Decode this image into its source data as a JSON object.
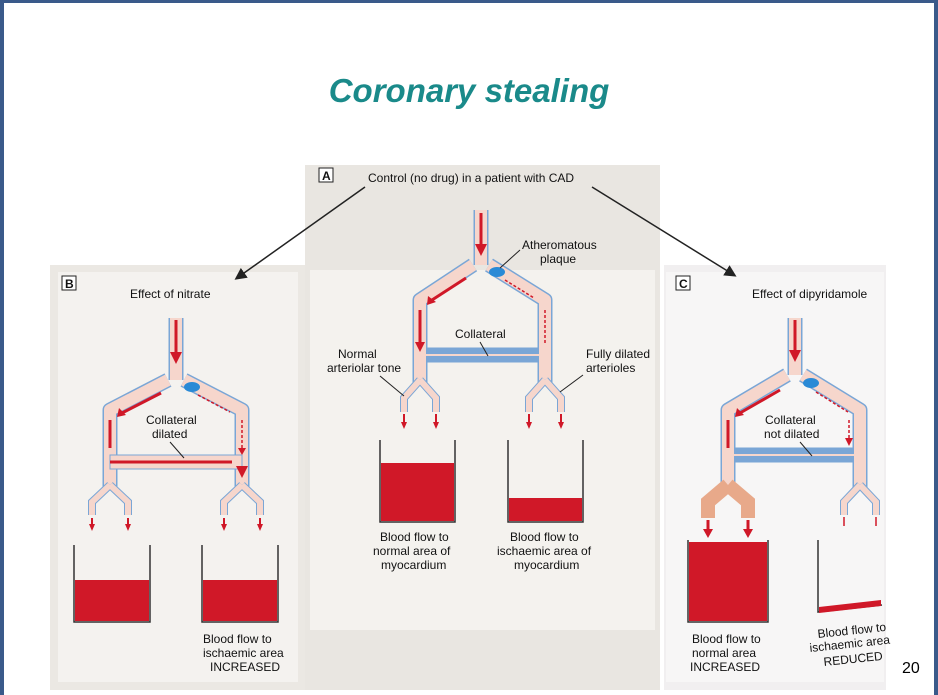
{
  "slide": {
    "title": "Coronary stealing",
    "page_number": "20"
  },
  "panel_a": {
    "letter": "A",
    "heading": "Control (no drug) in a patient with CAD",
    "plaque_label_1": "Atheromatous",
    "plaque_label_2": "plaque",
    "collateral_label": "Collateral",
    "left_label_1": "Normal",
    "left_label_2": "arteriolar tone",
    "right_label_1": "Fully dilated",
    "right_label_2": "arterioles",
    "left_caption": [
      "Blood flow to",
      "normal area of",
      "myocardium"
    ],
    "right_caption": [
      "Blood flow to",
      "ischaemic area of",
      "myocardium"
    ]
  },
  "panel_b": {
    "letter": "B",
    "heading": "Effect of nitrate",
    "collateral_label_1": "Collateral",
    "collateral_label_2": "dilated",
    "caption": [
      "Blood flow to",
      "ischaemic area",
      "INCREASED"
    ]
  },
  "panel_c": {
    "letter": "C",
    "heading": "Effect of dipyridamole",
    "collateral_label_1": "Collateral",
    "collateral_label_2": "not dilated",
    "left_caption": [
      "Blood flow to",
      "normal area",
      "INCREASED"
    ],
    "right_caption": [
      "Blood flow to",
      "ischaemic area",
      "REDUCED"
    ]
  },
  "colors": {
    "title": "#1a8a8a",
    "border": "#3a5a8a",
    "vessel": "#f6d6cc",
    "vessel_edge": "#7aa6d6",
    "blood": "#d01828",
    "plaque": "#2a8ad6",
    "panel_bg": "#ece9e4"
  }
}
